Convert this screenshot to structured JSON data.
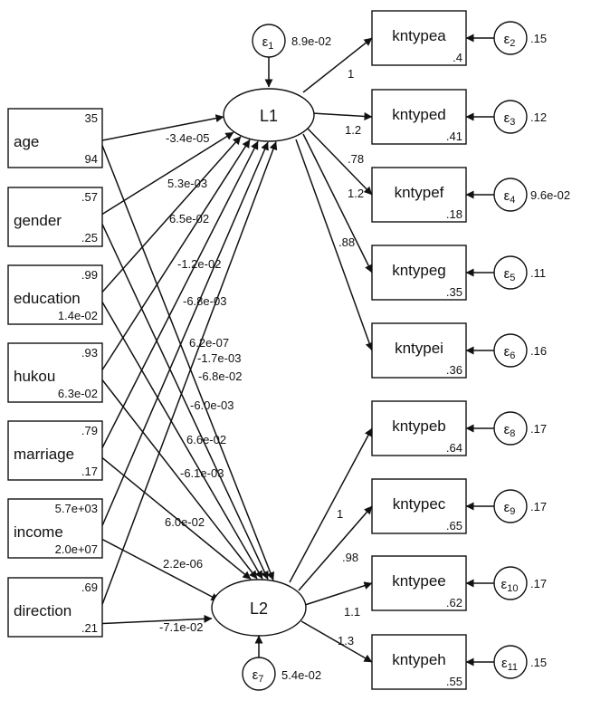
{
  "observed_left": [
    {
      "id": "age",
      "label": "age",
      "mean": "35",
      "variance": "94"
    },
    {
      "id": "gender",
      "label": "gender",
      "mean": ".57",
      "variance": ".25"
    },
    {
      "id": "education",
      "label": "education",
      "mean": ".99",
      "variance": "1.4e-02"
    },
    {
      "id": "hukou",
      "label": "hukou",
      "mean": ".93",
      "variance": "6.3e-02"
    },
    {
      "id": "marriage",
      "label": "marriage",
      "mean": ".79",
      "variance": ".17"
    },
    {
      "id": "income",
      "label": "income",
      "mean": "5.7e+03",
      "variance": "2.0e+07"
    },
    {
      "id": "direction",
      "label": "direction",
      "mean": ".69",
      "variance": ".21"
    }
  ],
  "latent": [
    {
      "id": "L1",
      "label": "L1",
      "error": {
        "symbol": "ε",
        "index": "1",
        "variance": "8.9e-02"
      }
    },
    {
      "id": "L2",
      "label": "L2",
      "error": {
        "symbol": "ε",
        "index": "7",
        "variance": "5.4e-02"
      }
    }
  ],
  "indicators": [
    {
      "id": "kntypea",
      "label": "kntypea",
      "intercept": ".4",
      "error_index": "2",
      "error_variance": ".15",
      "loading": "1",
      "latent": "L1"
    },
    {
      "id": "kntyped",
      "label": "kntyped",
      "intercept": ".41",
      "error_index": "3",
      "error_variance": ".12",
      "loading": "1.2",
      "latent": "L1"
    },
    {
      "id": "kntypef",
      "label": "kntypef",
      "intercept": ".18",
      "error_index": "4",
      "error_variance": "9.6e-02",
      "loading": ".78",
      "latent": "L1"
    },
    {
      "id": "kntypeg",
      "label": "kntypeg",
      "intercept": ".35",
      "error_index": "5",
      "error_variance": ".11",
      "loading": "1.2",
      "latent": "L1"
    },
    {
      "id": "kntypei",
      "label": "kntypei",
      "intercept": ".36",
      "error_index": "6",
      "error_variance": ".16",
      "loading": ".88",
      "latent": "L1"
    },
    {
      "id": "kntypeb",
      "label": "kntypeb",
      "intercept": ".64",
      "error_index": "8",
      "error_variance": ".17",
      "loading": "1",
      "latent": "L2"
    },
    {
      "id": "kntypec",
      "label": "kntypec",
      "intercept": ".65",
      "error_index": "9",
      "error_variance": ".17",
      "loading": ".98",
      "latent": "L2"
    },
    {
      "id": "kntypee",
      "label": "kntypee",
      "intercept": ".62",
      "error_index": "10",
      "error_variance": ".17",
      "loading": "1.1",
      "latent": "L2"
    },
    {
      "id": "kntypeh",
      "label": "kntypeh",
      "intercept": ".55",
      "error_index": "11",
      "error_variance": ".15",
      "loading": "1.3",
      "latent": "L2"
    }
  ],
  "paths": [
    {
      "from": "age",
      "to": "L1",
      "coef": "-3.4e-05"
    },
    {
      "from": "gender",
      "to": "L1",
      "coef": "5.3e-03"
    },
    {
      "from": "education",
      "to": "L1",
      "coef": "6.5e-02"
    },
    {
      "from": "hukou",
      "to": "L1",
      "coef": "-1.2e-02"
    },
    {
      "from": "marriage",
      "to": "L1",
      "coef": "-6.8e-03"
    },
    {
      "from": "income",
      "to": "L1",
      "coef": "6.2e-07"
    },
    {
      "from": "direction",
      "to": "L1",
      "coef": "-1.7e-03"
    },
    {
      "from": "age",
      "to": "L2",
      "coef": "-6.8e-02"
    },
    {
      "from": "gender",
      "to": "L2",
      "coef": "-6.0e-03"
    },
    {
      "from": "education",
      "to": "L2",
      "coef": "6.6e-02"
    },
    {
      "from": "hukou",
      "to": "L2",
      "coef": "-6.1e-03"
    },
    {
      "from": "marriage",
      "to": "L2",
      "coef": "6.0e-02"
    },
    {
      "from": "income",
      "to": "L2",
      "coef": "2.2e-06"
    },
    {
      "from": "direction",
      "to": "L2",
      "coef": "-7.1e-02"
    }
  ]
}
